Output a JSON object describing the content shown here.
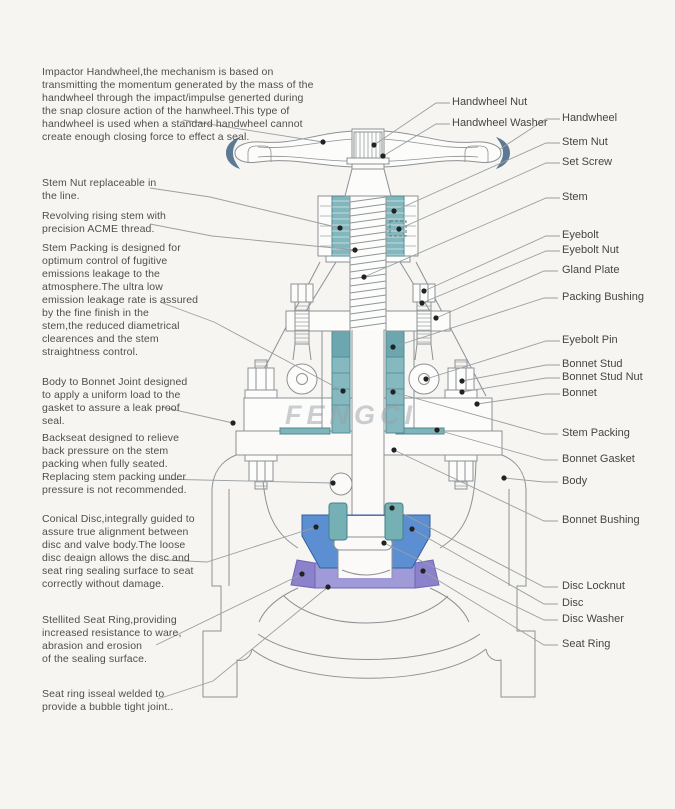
{
  "watermark": "FENGCI",
  "colors": {
    "paper": "#f6f5f2",
    "outline": "#8d9194",
    "leader": "#9aa0a3",
    "teal": "#82b7bd",
    "teal_dark": "#4e8a92",
    "disc_blue": "#5c8ed2",
    "seat_purple": "#a09ad8",
    "seat_purple_dark": "#8b82cb",
    "handwheel_navy": "#5d7a94"
  },
  "left_notes": [
    {
      "id": "impactor-handwheel",
      "text": "Impactor Handwheel,the mechanism is based on\ntransmitting the momentum generated by the mass of the\nhandwheel through the impact/impulse generted during\nthe snap closure action of the hanwheel.This type of\nhandwheel is used when a standard handwheel cannot\ncreate enough closing force to effect a seal."
    },
    {
      "id": "stem-nut-replaceable",
      "text": "Stem Nut replaceable in\nthe line."
    },
    {
      "id": "revolving-rising-stem",
      "text": "Revolving rising stem with\nprecision ACME thread."
    },
    {
      "id": "stem-packing-design",
      "text": "Stem Packing is designed for\noptimum control of fugitive\nemissions leakage to the\natmosphere.The ultra low\nemission leakage rate is assured\nby the fine finish in the\nstem,the reduced diametrical\nclearences and the stem\nstraightness control."
    },
    {
      "id": "body-bonnet-joint",
      "text": "Body to Bonnet Joint designed\nto apply a uniform load to the\ngasket to assure a leak proof\nseal."
    },
    {
      "id": "backseat",
      "text": "Backseat designed to relieve\nback pressure on the stem\npacking when fully seated.\nReplacing stem packing under\npressure is not recommended."
    },
    {
      "id": "conical-disc",
      "text": "Conical Disc,integrally guided to\nassure true alignment between\ndisc and valve body.The loose\ndisc deaign allows the disc and\nseat ring sealing surface to seat\ncorrectly without damage."
    },
    {
      "id": "stellited-seat-ring",
      "text": "Stellited Seat Ring,providing\nincreased resistance to ware,\nabrasion and erosion\nof the sealing surface."
    },
    {
      "id": "seat-ring-seal-weld",
      "text": "Seat ring isseal welded to\nprovide a bubble tight joint.."
    }
  ],
  "right_labels": [
    {
      "id": "handwheel-nut",
      "text": "Handwheel Nut"
    },
    {
      "id": "handwheel-washer",
      "text": "Handwheel Washer"
    },
    {
      "id": "handwheel",
      "text": "Handwheel"
    },
    {
      "id": "stem-nut",
      "text": "Stem Nut"
    },
    {
      "id": "set-screw",
      "text": "Set Screw"
    },
    {
      "id": "stem",
      "text": "Stem"
    },
    {
      "id": "eyebolt",
      "text": "Eyebolt"
    },
    {
      "id": "eyebolt-nut",
      "text": "Eyebolt Nut"
    },
    {
      "id": "gland-plate",
      "text": "Gland Plate"
    },
    {
      "id": "packing-bushing",
      "text": "Packing Bushing"
    },
    {
      "id": "eyebolt-pin",
      "text": "Eyebolt Pin"
    },
    {
      "id": "bonnet-stud",
      "text": "Bonnet Stud"
    },
    {
      "id": "bonnet-stud-nut",
      "text": "Bonnet Stud Nut"
    },
    {
      "id": "bonnet",
      "text": "Bonnet"
    },
    {
      "id": "stem-packing",
      "text": "Stem Packing"
    },
    {
      "id": "bonnet-gasket",
      "text": "Bonnet Gasket"
    },
    {
      "id": "body",
      "text": "Body"
    },
    {
      "id": "bonnet-bushing",
      "text": "Bonnet Bushing"
    },
    {
      "id": "disc-locknut",
      "text": "Disc Locknut"
    },
    {
      "id": "disc",
      "text": "Disc"
    },
    {
      "id": "disc-washer",
      "text": "Disc Washer"
    },
    {
      "id": "seat-ring",
      "text": "Seat Ring"
    }
  ]
}
